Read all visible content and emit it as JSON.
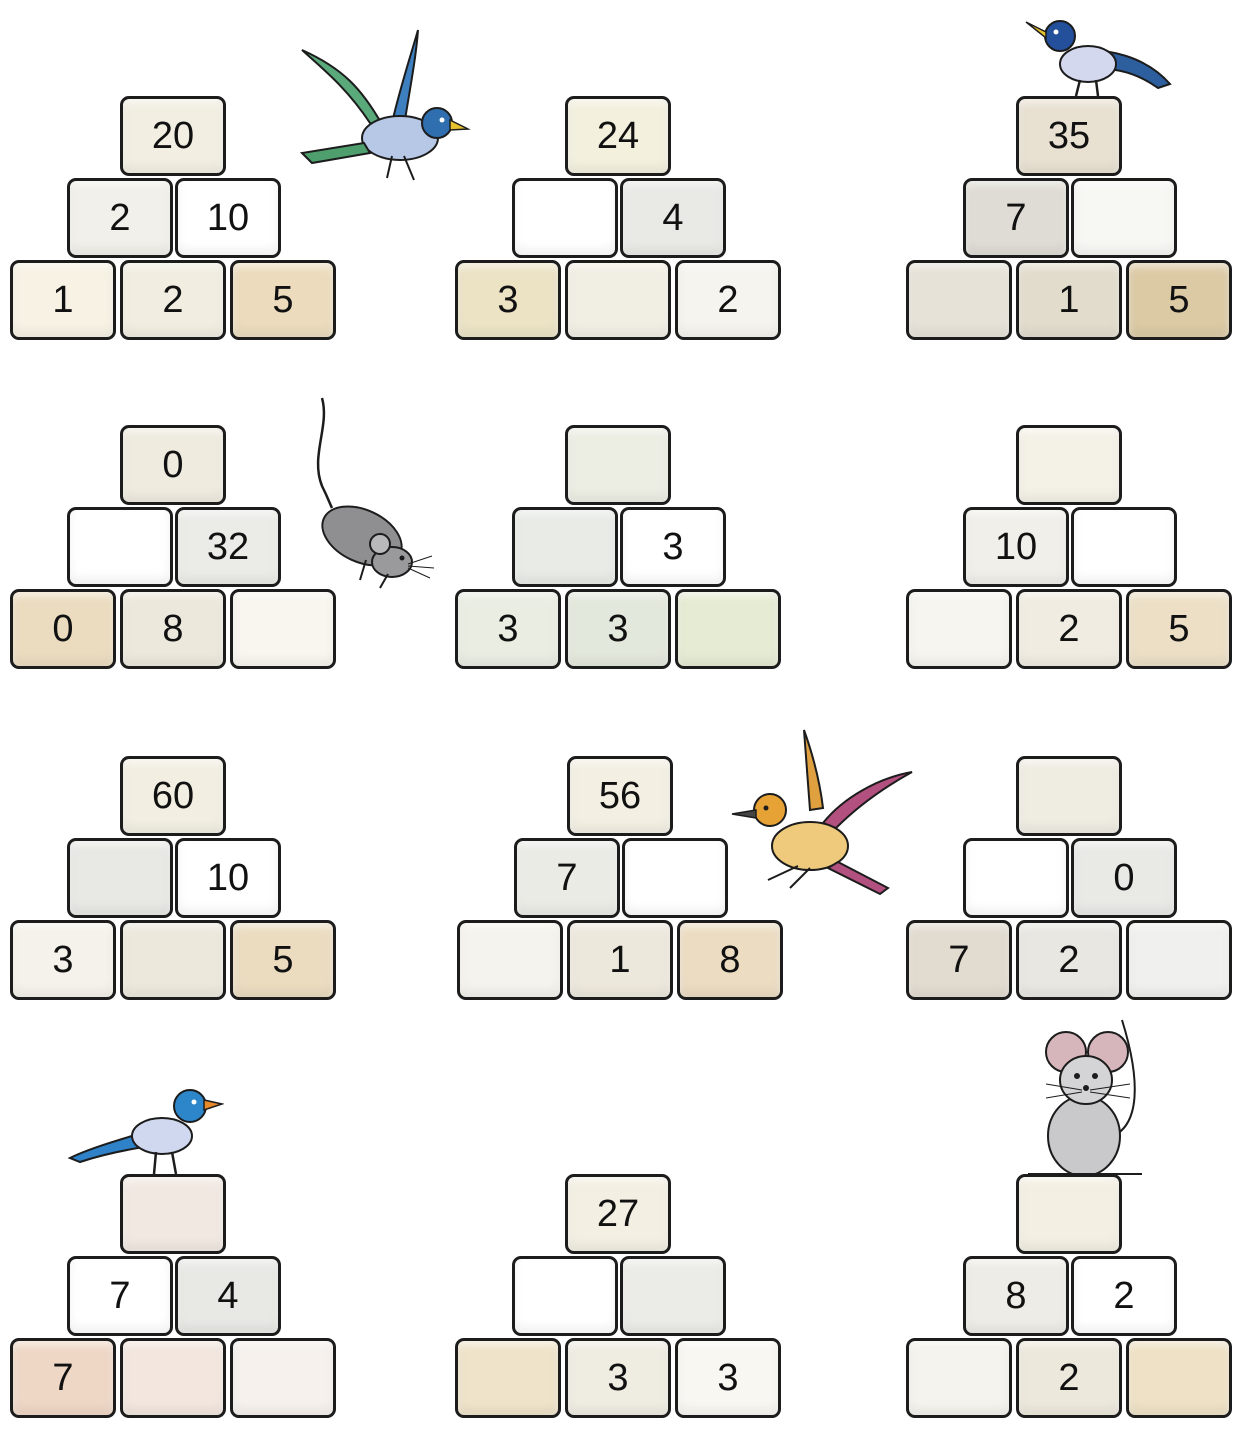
{
  "pyramids": [
    {
      "top": "20",
      "middle": [
        "2",
        "10"
      ],
      "bottom": [
        "1",
        "2",
        "5"
      ],
      "colors": {
        "top": "#f2efe2",
        "middle": [
          "#f1f0ea",
          "#ffffff"
        ],
        "bottom": [
          "#f7f2e4",
          "#f1ede1",
          "#ecdcbd"
        ]
      }
    },
    {
      "top": "24",
      "middle": [
        "",
        "4"
      ],
      "bottom": [
        "3",
        "",
        "2"
      ],
      "colors": {
        "top": "#f3f0de",
        "middle": [
          "#ffffff",
          "#e9eae6"
        ],
        "bottom": [
          "#ece3c5",
          "#f1efe4",
          "#f5f4ee"
        ]
      }
    },
    {
      "top": "35",
      "middle": [
        "7",
        ""
      ],
      "bottom": [
        "",
        "1",
        "5"
      ],
      "colors": {
        "top": "#e8e1d2",
        "middle": [
          "#dedcd4",
          "#f7f7f4"
        ],
        "bottom": [
          "#e6e2d8",
          "#e2dccd",
          "#dccaa5"
        ]
      }
    },
    {
      "top": "0",
      "middle": [
        "",
        "32"
      ],
      "bottom": [
        "0",
        "8",
        ""
      ],
      "colors": {
        "top": "#efebdf",
        "middle": [
          "#ffffff",
          "#ebebe7"
        ],
        "bottom": [
          "#ecdcbf",
          "#ece8dc",
          "#f8f6ee"
        ]
      }
    },
    {
      "top": "",
      "middle": [
        "",
        "3"
      ],
      "bottom": [
        "3",
        "3",
        ""
      ],
      "colors": {
        "top": "#eceee4",
        "middle": [
          "#e8ebe6",
          "#ffffff"
        ],
        "bottom": [
          "#e9ede2",
          "#e3e8dc",
          "#e6ebd3"
        ]
      }
    },
    {
      "top": "",
      "middle": [
        "10",
        ""
      ],
      "bottom": [
        "",
        "2",
        "5"
      ],
      "colors": {
        "top": "#f4f1e6",
        "middle": [
          "#f0efea",
          "#ffffff"
        ],
        "bottom": [
          "#f7f5ef",
          "#f0ece1",
          "#ecdfc6"
        ]
      }
    },
    {
      "top": "60",
      "middle": [
        "",
        "10"
      ],
      "bottom": [
        "3",
        "",
        "5"
      ],
      "colors": {
        "top": "#f2efe2",
        "middle": [
          "#e8e9e5",
          "#ffffff"
        ],
        "bottom": [
          "#f4f2ea",
          "#ece8dc",
          "#ebdcc0"
        ]
      }
    },
    {
      "top": "56",
      "middle": [
        "7",
        ""
      ],
      "bottom": [
        "",
        "1",
        "8"
      ],
      "colors": {
        "top": "#f3efe3",
        "middle": [
          "#ebebe6",
          "#ffffff"
        ],
        "bottom": [
          "#f5f3ed",
          "#ede8dc",
          "#ecdcc2"
        ]
      }
    },
    {
      "top": "",
      "middle": [
        "",
        "0"
      ],
      "bottom": [
        "7",
        "2",
        ""
      ],
      "colors": {
        "top": "#efece2",
        "middle": [
          "#ffffff",
          "#e9e9e6"
        ],
        "bottom": [
          "#e1dbd0",
          "#e8e7e2",
          "#f0f0ee"
        ]
      }
    },
    {
      "top": "",
      "middle": [
        "7",
        "4"
      ],
      "bottom": [
        "7",
        "",
        ""
      ],
      "colors": {
        "top": "#f1e8e1",
        "middle": [
          "#ffffff",
          "#e8e8e5"
        ],
        "bottom": [
          "#efd7c6",
          "#f2e6de",
          "#f6f1ed"
        ]
      }
    },
    {
      "top": "27",
      "middle": [
        "",
        ""
      ],
      "bottom": [
        "",
        "3",
        "3"
      ],
      "colors": {
        "top": "#f3efe3",
        "middle": [
          "#ffffff",
          "#ebebe7"
        ],
        "bottom": [
          "#efe3c9",
          "#efece2",
          "#f8f7f2"
        ]
      }
    },
    {
      "top": "",
      "middle": [
        "8",
        "2"
      ],
      "bottom": [
        "",
        "2",
        ""
      ],
      "colors": {
        "top": "#f3efe3",
        "middle": [
          "#eeece6",
          "#ffffff"
        ],
        "bottom": [
          "#f5f3ed",
          "#ede8dc",
          "#efe1c5"
        ]
      }
    }
  ],
  "critters": [
    {
      "name": "flying-blue-bird",
      "kind": "flying-bird",
      "palette": {
        "body": "#b7c7e6",
        "head": "#2f6fb0",
        "wing": "#4f9e6e",
        "beak": "#e7c12f"
      }
    },
    {
      "name": "perched-blue-bird-top",
      "kind": "perched-bird",
      "palette": {
        "body": "#d4d8ef",
        "head": "#244f9a",
        "wing": "#2d5f9f",
        "beak": "#e7c12f"
      }
    },
    {
      "name": "running-mouse",
      "kind": "running-mouse",
      "palette": {
        "body": "#8f8f92"
      }
    },
    {
      "name": "flying-orange-bird",
      "kind": "flying-bird",
      "palette": {
        "body": "#f0ca7c",
        "head": "#e6a235",
        "wing": "#b25080",
        "beak": "#444444"
      }
    },
    {
      "name": "perched-blue-bird-bottom",
      "kind": "perched-bird",
      "palette": {
        "body": "#cfd8ee",
        "head": "#2c86c9",
        "wing": "#2f82c8",
        "beak": "#e88a2a"
      }
    },
    {
      "name": "sitting-mouse",
      "kind": "sitting-mouse",
      "palette": {
        "body": "#c9c9cb"
      }
    }
  ]
}
